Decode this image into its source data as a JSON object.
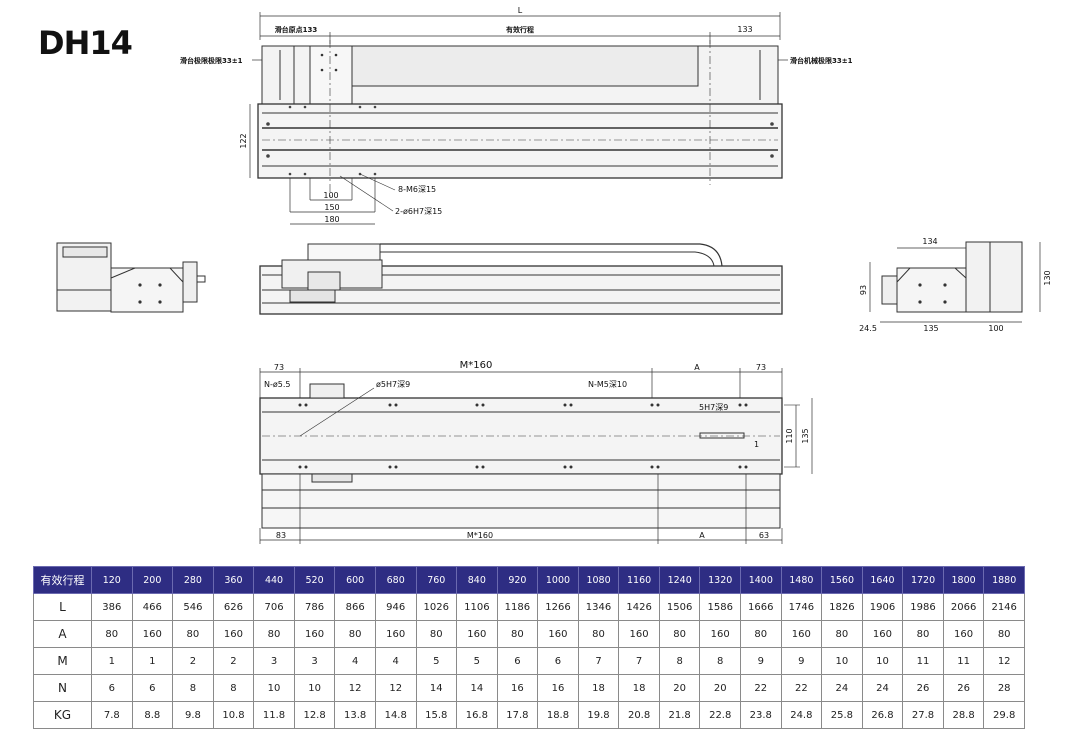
{
  "model": "DH14",
  "top_view": {
    "overall_length": "L",
    "origin_dim": "滑台原点133",
    "stroke_label": "有效行程",
    "right_dim": "133",
    "left_limit": "滑台极限极限33±1",
    "right_limit": "滑台机械极限33±1",
    "height": "122",
    "holes_m6": "8-M6深15",
    "pin_holes": "2-ø6H7深15",
    "dim_100": "100",
    "dim_150": "150",
    "dim_180": "180"
  },
  "side_right": {
    "width_top": "134",
    "height_93": "93",
    "height_130": "130",
    "dim_24_5": "24.5",
    "dim_135": "135",
    "dim_100": "100"
  },
  "bottom_view": {
    "left_73": "73",
    "pitch_top": "M*160",
    "dim_a_top": "A",
    "right_73": "73",
    "n_holes": "N-ø5.5",
    "pin_hole": "ø5H7深9",
    "m5_holes": "N-M5深10",
    "slot": "5H7深9",
    "dim_1": "1",
    "dim_110": "110",
    "dim_135": "135",
    "left_83": "83",
    "pitch_bottom": "M*160",
    "dim_a_bottom": "A",
    "right_63": "63"
  },
  "spec_table": {
    "header_label": "有效行程",
    "strokes": [
      "120",
      "200",
      "280",
      "360",
      "440",
      "520",
      "600",
      "680",
      "760",
      "840",
      "920",
      "1000",
      "1080",
      "1160",
      "1240",
      "1320",
      "1400",
      "1480",
      "1560",
      "1640",
      "1720",
      "1800",
      "1880"
    ],
    "rows": [
      {
        "label": "L",
        "values": [
          "386",
          "466",
          "546",
          "626",
          "706",
          "786",
          "866",
          "946",
          "1026",
          "1106",
          "1186",
          "1266",
          "1346",
          "1426",
          "1506",
          "1586",
          "1666",
          "1746",
          "1826",
          "1906",
          "1986",
          "2066",
          "2146"
        ]
      },
      {
        "label": "A",
        "values": [
          "80",
          "160",
          "80",
          "160",
          "80",
          "160",
          "80",
          "160",
          "80",
          "160",
          "80",
          "160",
          "80",
          "160",
          "80",
          "160",
          "80",
          "160",
          "80",
          "160",
          "80",
          "160",
          "80"
        ]
      },
      {
        "label": "M",
        "values": [
          "1",
          "1",
          "2",
          "2",
          "3",
          "3",
          "4",
          "4",
          "5",
          "5",
          "6",
          "6",
          "7",
          "7",
          "8",
          "8",
          "9",
          "9",
          "10",
          "10",
          "11",
          "11",
          "12"
        ]
      },
      {
        "label": "N",
        "values": [
          "6",
          "6",
          "8",
          "8",
          "10",
          "10",
          "12",
          "12",
          "14",
          "14",
          "16",
          "16",
          "18",
          "18",
          "20",
          "20",
          "22",
          "22",
          "24",
          "24",
          "26",
          "26",
          "28"
        ]
      },
      {
        "label": "KG",
        "values": [
          "7.8",
          "8.8",
          "9.8",
          "10.8",
          "11.8",
          "12.8",
          "13.8",
          "14.8",
          "15.8",
          "16.8",
          "17.8",
          "18.8",
          "19.8",
          "20.8",
          "21.8",
          "22.8",
          "23.8",
          "24.8",
          "25.8",
          "26.8",
          "27.8",
          "28.8",
          "29.8"
        ]
      }
    ]
  }
}
